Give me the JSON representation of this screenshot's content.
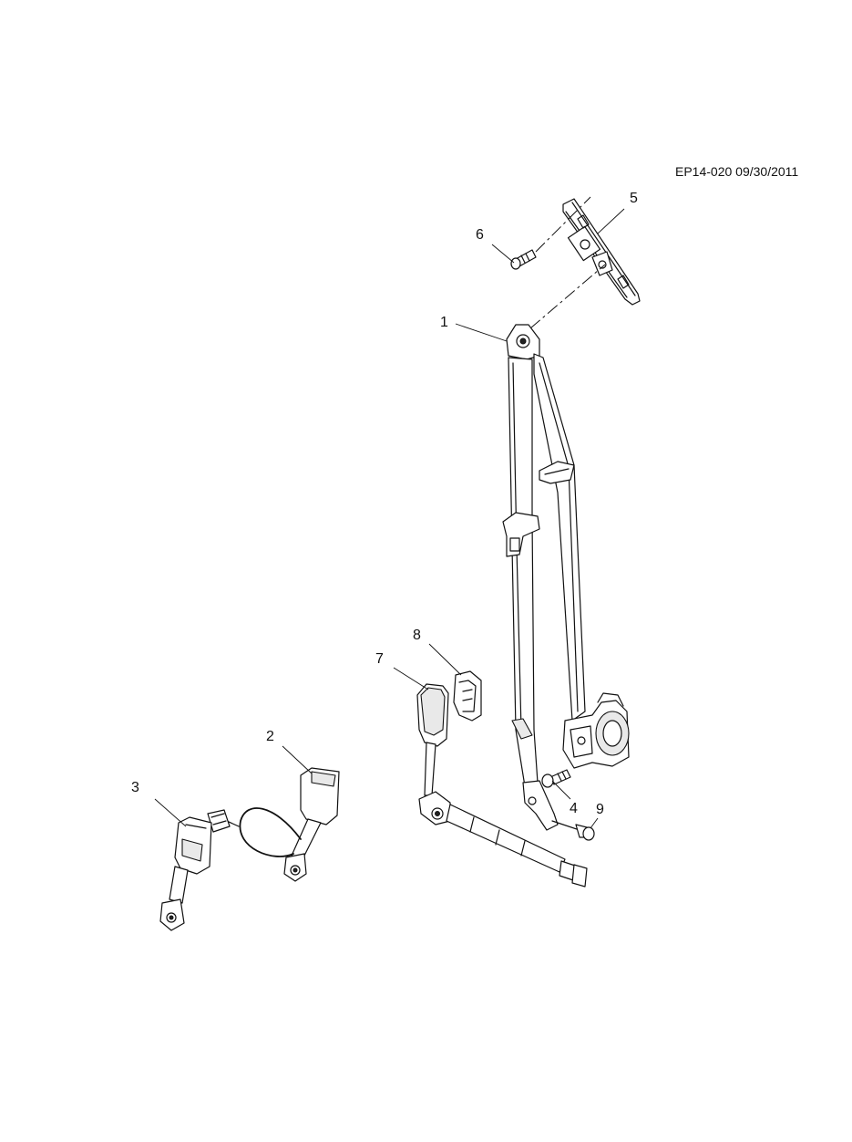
{
  "document_id": "EP14-020 09/30/2011",
  "callouts": {
    "c1": "1",
    "c2": "2",
    "c3": "3",
    "c4": "4",
    "c5": "5",
    "c6": "6",
    "c7": "7",
    "c8": "8",
    "c9": "9"
  }
}
